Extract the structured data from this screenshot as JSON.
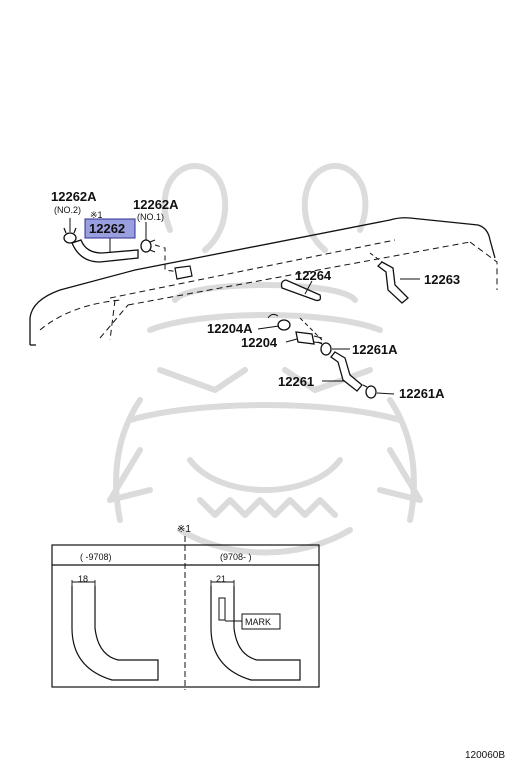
{
  "parts": {
    "clamp_no2": {
      "number": "12262A",
      "sub": "(NO.2)"
    },
    "clamp_no1": {
      "number": "12262A",
      "sub": "(NO.1)"
    },
    "hose_main": {
      "number": "12262",
      "note": "※1"
    },
    "hose_12264": {
      "number": "12264"
    },
    "hose_12263": {
      "number": "12263"
    },
    "gasket_12204a": {
      "number": "12204A"
    },
    "valve_12204": {
      "number": "12204"
    },
    "clamp_12261a_upper": {
      "number": "12261A"
    },
    "hose_12261": {
      "number": "12261"
    },
    "clamp_12261a_lower": {
      "number": "12261A"
    }
  },
  "detail": {
    "marker": "※1",
    "left_header": "(      -9708)",
    "right_header": "(9708-      )",
    "left_dim": "18",
    "right_dim": "21",
    "mark_label": "MARK"
  },
  "footer": {
    "diagram_code": "120060B"
  },
  "colors": {
    "highlight_fill": "#9a9fe0",
    "highlight_border": "#2f2f8f",
    "line": "#111111",
    "watermark": "#d8d8d8"
  }
}
